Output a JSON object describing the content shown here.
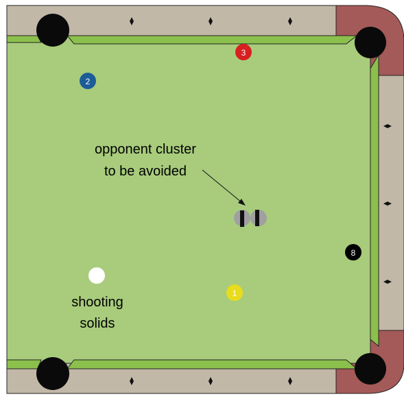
{
  "colors": {
    "felt": "#a8cc7c",
    "rail_wood": "#c2b8a8",
    "corner_wood": "#a45a58",
    "cushion": "#8cc04c",
    "pocket": "#0a0a0a",
    "diamond": "#111111"
  },
  "annotations": {
    "cluster_line1": "opponent cluster",
    "cluster_line2": "to be avoided",
    "cue_line1": "shooting",
    "cue_line2": "solids"
  },
  "balls": [
    {
      "id": "ball-1",
      "label": "1",
      "color": "#e8dc1c",
      "text_color": "#ffffff"
    },
    {
      "id": "ball-2",
      "label": "2",
      "color": "#1c5c98",
      "text_color": "#ffffff"
    },
    {
      "id": "ball-3",
      "label": "3",
      "color": "#d82020",
      "text_color": "#ffffff"
    },
    {
      "id": "ball-8",
      "label": "8",
      "color": "#000000",
      "text_color": "#ffffff"
    }
  ],
  "cue_ball": {
    "color": "#ffffff"
  },
  "cluster": {
    "color": "#a0a0a0",
    "stripe_color": "#111111"
  }
}
